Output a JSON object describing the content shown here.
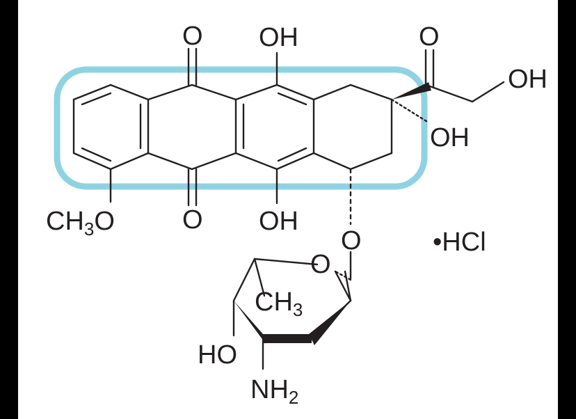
{
  "colors": {
    "background_outer": "#000000",
    "background": "#ffffff",
    "bond": "#231f20",
    "highlight": "#8fd3e3"
  },
  "labels": {
    "o_quinone_top": "O",
    "oh_top": "OH",
    "o_ketone": "O",
    "oh_side": "OH",
    "oh_ring": "OH",
    "och3_main": "CH",
    "och3_sub": "3",
    "och3_tail": "O",
    "o_quinone_bottom": "O",
    "oh_bottom": "OH",
    "o_glycoside": "O",
    "salt": "•HCl",
    "o_sugar_ring": "O",
    "ch3_main": "CH",
    "ch3_sub": "3",
    "ho_sugar": "HO",
    "nh2_main": "NH",
    "nh2_sub": "2"
  }
}
